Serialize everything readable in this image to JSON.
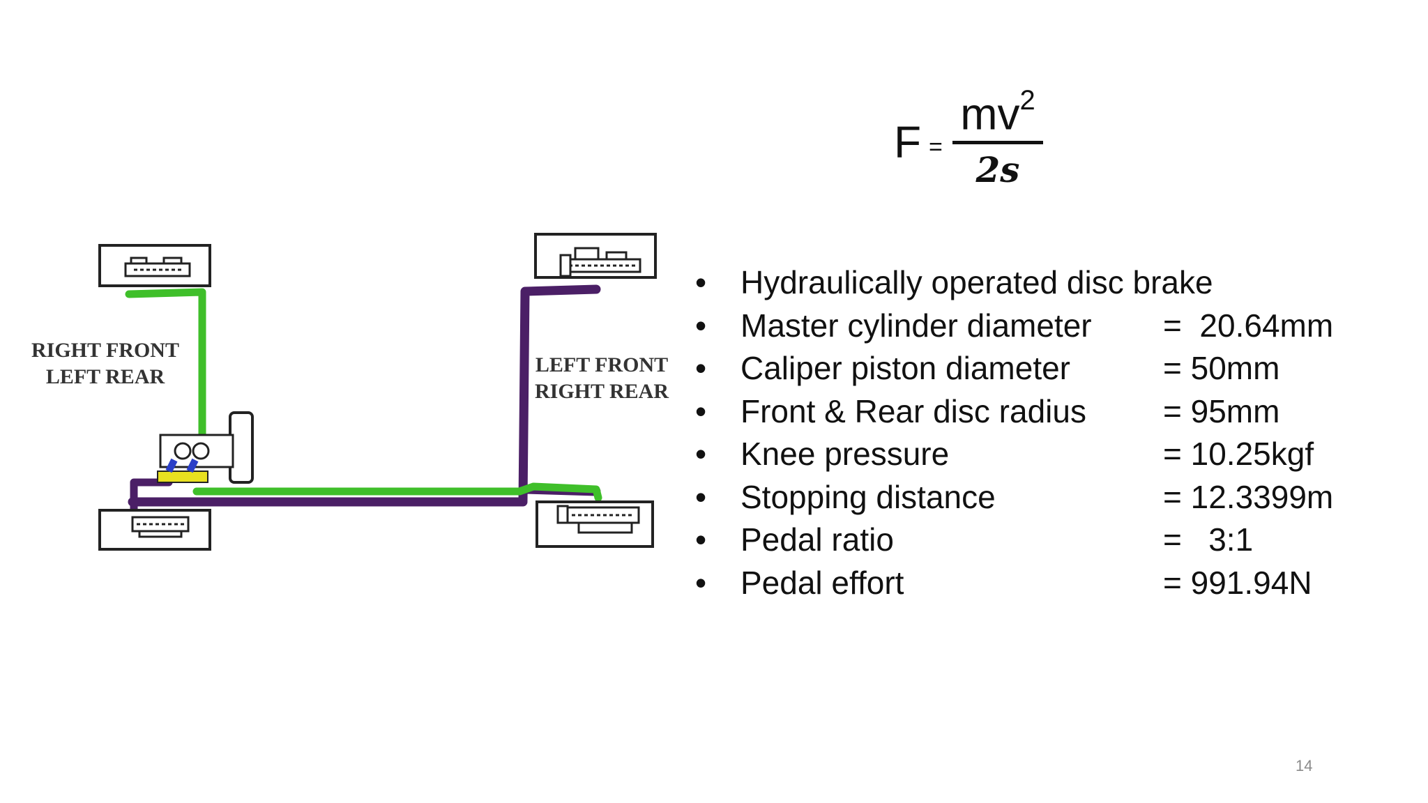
{
  "formula": {
    "lhs": "F",
    "equals": "=",
    "numerator": "mv",
    "exponent": "2",
    "denominator": "2s"
  },
  "diagram": {
    "label_left": [
      "RIGHT FRONT",
      "LEFT REAR"
    ],
    "label_right": [
      "LEFT FRONT",
      "RIGHT REAR"
    ],
    "colors": {
      "circuit_green": "#3fbf2a",
      "circuit_purple": "#4b1f66",
      "valve_yellow": "#e8e020",
      "valve_blue": "#2b3fc8"
    }
  },
  "specs": [
    {
      "label": "Hydraulically operated disc brake",
      "value": ""
    },
    {
      "label": "Master cylinder diameter",
      "value": "=  20.64mm"
    },
    {
      "label": "Caliper piston diameter",
      "value": "= 50mm"
    },
    {
      "label": "Front & Rear disc radius",
      "value": "= 95mm"
    },
    {
      "label": "Knee pressure",
      "value": "= 10.25kgf"
    },
    {
      "label": "Stopping distance",
      "value": "= 12.3399m"
    },
    {
      "label": "Pedal ratio",
      "value": "=   3:1"
    },
    {
      "label": "Pedal effort",
      "value": "= 991.94N"
    }
  ],
  "page_number": "14",
  "bullet_symbol": "•"
}
